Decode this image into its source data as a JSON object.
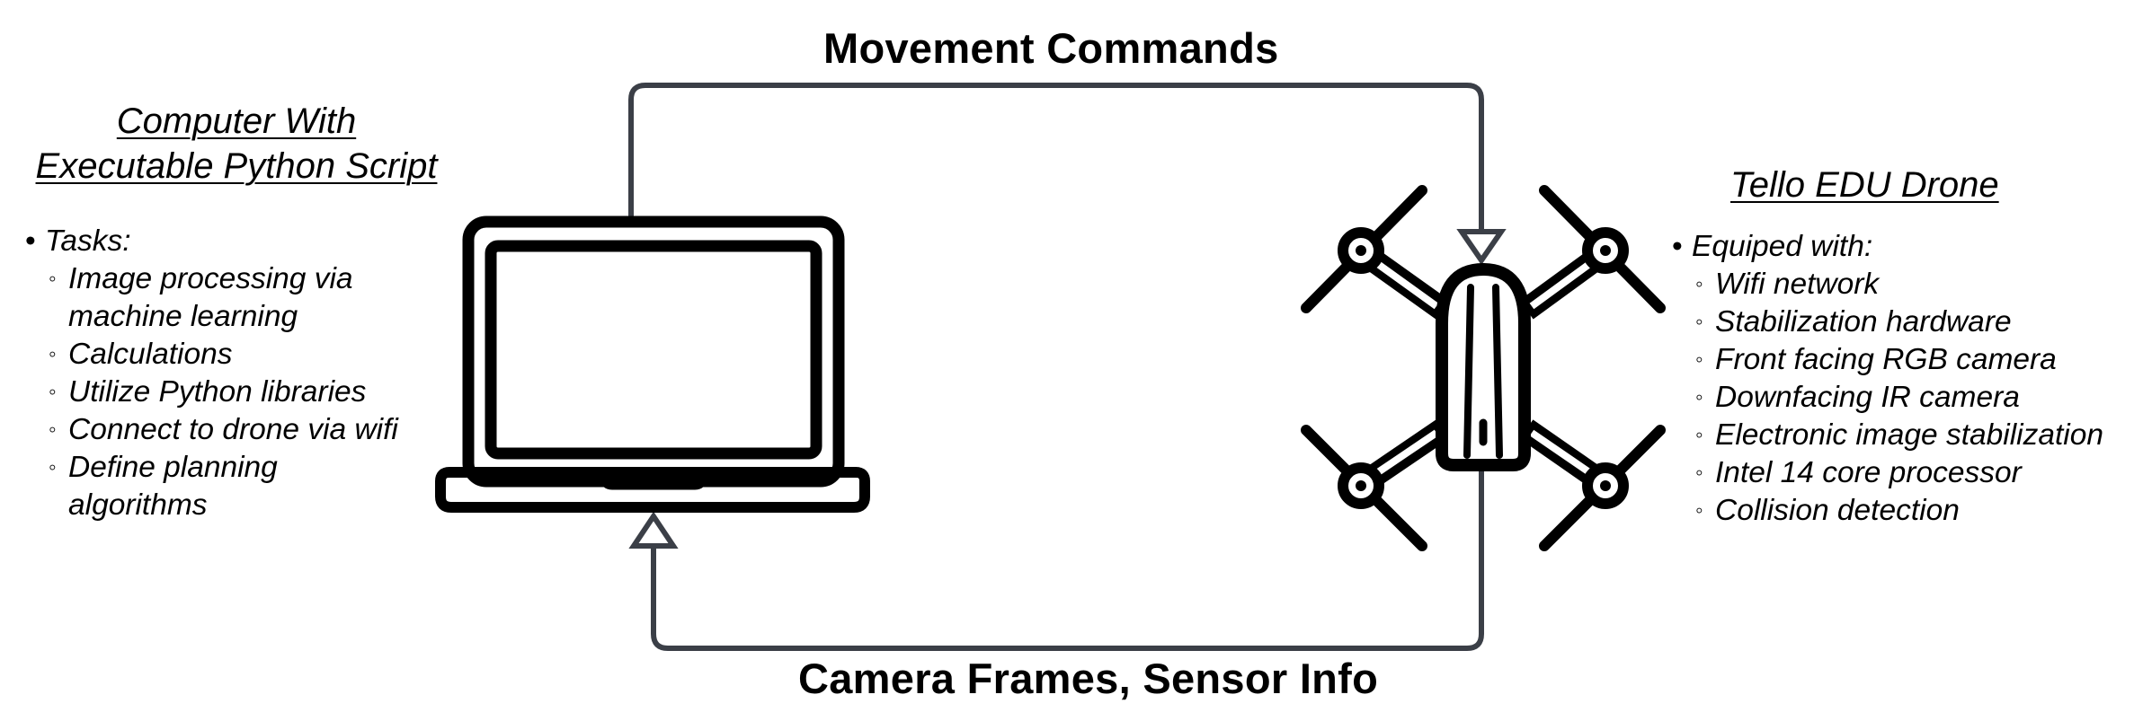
{
  "diagram": {
    "top_arrow_label": "Movement Commands",
    "bottom_arrow_label": "Camera Frames, Sensor Info"
  },
  "computer": {
    "title_line1": "Computer With",
    "title_line2": "Executable Python Script",
    "tasks_heading": "Tasks:",
    "tasks": [
      "Image processing via",
      "machine learning",
      "Calculations",
      "Utilize Python libraries",
      "Connect to drone via wifi",
      "Define planning",
      "algorithms"
    ]
  },
  "drone": {
    "title": "Tello EDU  Drone",
    "features_heading": "Equiped with:",
    "features": [
      "Wifi network",
      "Stabilization hardware",
      "Front facing RGB camera",
      "Downfacing IR camera",
      "Electronic image stabilization",
      "Intel 14 core processor",
      "Collision detection"
    ]
  },
  "colors": {
    "connector": "#3b3f47",
    "icon": "#000000"
  },
  "icons": [
    "laptop-icon",
    "drone-icon"
  ]
}
